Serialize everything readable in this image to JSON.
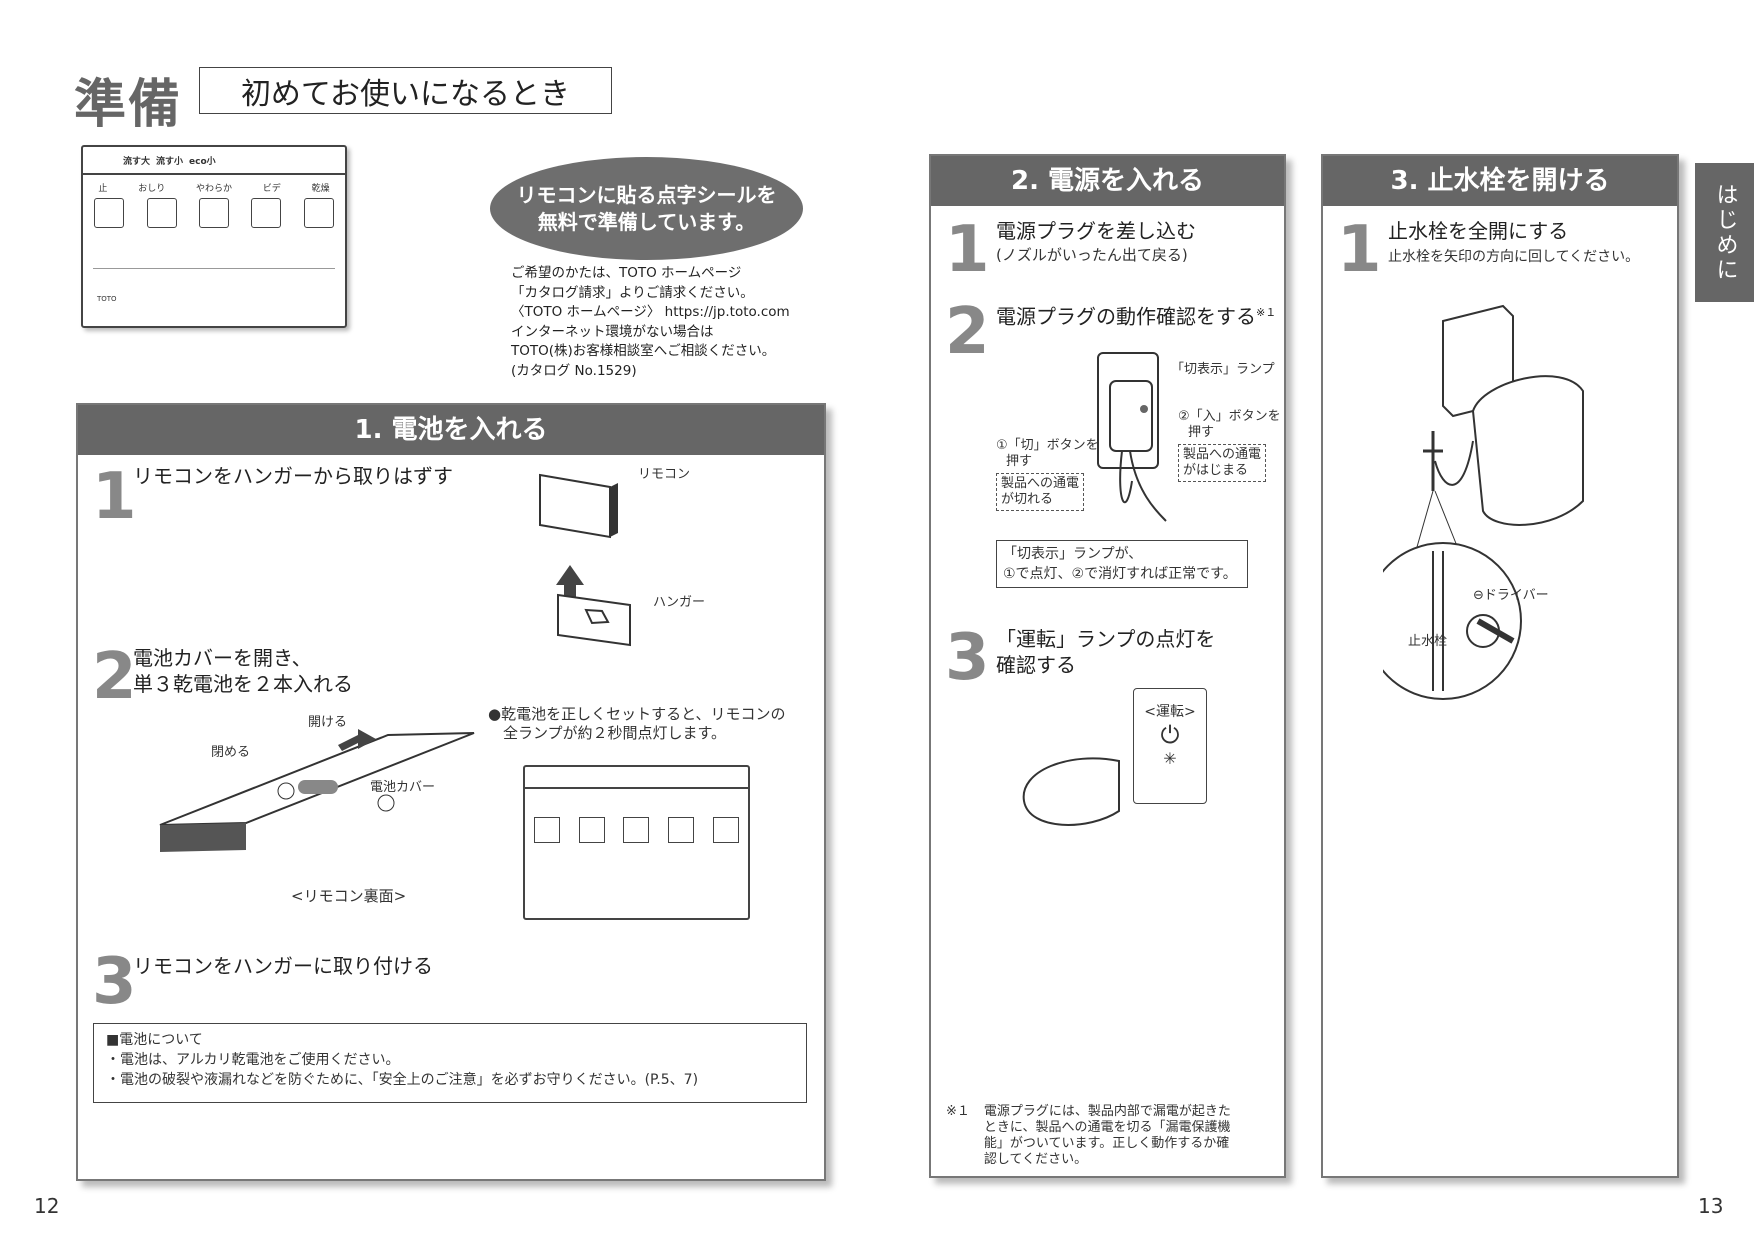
{
  "header": {
    "title": "準備",
    "subtitle": "初めてお使いになるとき"
  },
  "remote": {
    "top_labels": [
      "流す大",
      "流す小",
      "eco小"
    ],
    "buttons": [
      "止",
      "おしり",
      "やわらか",
      "ビデ",
      "乾燥"
    ],
    "brand": "TOTO"
  },
  "braille": {
    "oval_lines": [
      "リモコンに貼る点字シールを",
      "無料で準備しています。"
    ],
    "lines": [
      "ご希望のかたは、TOTO ホームページ",
      "「カタログ請求」よりご請求ください。",
      "〈TOTO ホームページ〉 https://jp.toto.com",
      "インターネット環境がない場合は",
      "TOTO(株)お客様相談室へご相談ください。",
      "(カタログ No.1529)"
    ]
  },
  "section1": {
    "title": "1. 電池を入れる",
    "steps": [
      {
        "num": "1",
        "text": "リモコンをハンガーから取りはずす"
      },
      {
        "num": "2",
        "text_lines": [
          "電池カバーを開き、",
          "単３乾電池を２本入れる"
        ]
      },
      {
        "num": "3",
        "text": "リモコンをハンガーに取り付ける"
      }
    ],
    "labels": {
      "remote": "リモコン",
      "hanger": "ハンガー",
      "open": "開ける",
      "close": "閉める",
      "cover": "電池カバー",
      "back": "<リモコン裏面>"
    },
    "bullet_lines": [
      "●乾電池を正しくセットすると、リモコンの",
      "全ランプが約２秒間点灯します。"
    ],
    "battery_note": {
      "title": "■電池について",
      "items": [
        "・電池は、アルカリ乾電池をご使用ください。",
        "・電池の破裂や液漏れなどを防ぐために、「安全上のご注意」を必ずお守りください。(P.5、7)"
      ]
    }
  },
  "section2": {
    "title": "2. 電源を入れる",
    "step1": {
      "num": "1",
      "text": "電源プラグを差し込む",
      "sub": "(ノズルがいったん出て戻る)"
    },
    "step2": {
      "num": "2",
      "text": "電源プラグの動作確認をする",
      "mark": "※１"
    },
    "labels": {
      "lamp": "「切表示」ランプ",
      "on_btn_lines": [
        "②「入」ボタンを",
        "押す"
      ],
      "on_box_lines": [
        "製品への通電",
        "がはじまる"
      ],
      "off_btn_lines": [
        "①「切」ボタンを",
        "押す"
      ],
      "off_box_lines": [
        "製品への通電",
        "が切れる"
      ]
    },
    "check_lines": [
      "「切表示」ランプが、",
      "①で点灯、②で消灯すれば正常です。"
    ],
    "step3": {
      "num": "3",
      "text_lines": [
        "「運転」ランプの点灯を",
        "確認する"
      ]
    },
    "unten": "<運転>",
    "footnote": {
      "mark": "※１",
      "lines": [
        "電源プラグには、製品内部で漏電が起きた",
        "ときに、製品への通電を切る「漏電保護機",
        "能」がついています。正しく動作するか確",
        "認してください。"
      ]
    }
  },
  "section3": {
    "title": "3. 止水栓を開ける",
    "step1": {
      "num": "1",
      "text": "止水栓を全開にする",
      "sub": "止水栓を矢印の方向に回してください。"
    },
    "labels": {
      "driver": "⊖ドライバー",
      "valve": "止水栓"
    }
  },
  "side_tab": "はじめに",
  "page_numbers": {
    "left": "12",
    "right": "13"
  }
}
